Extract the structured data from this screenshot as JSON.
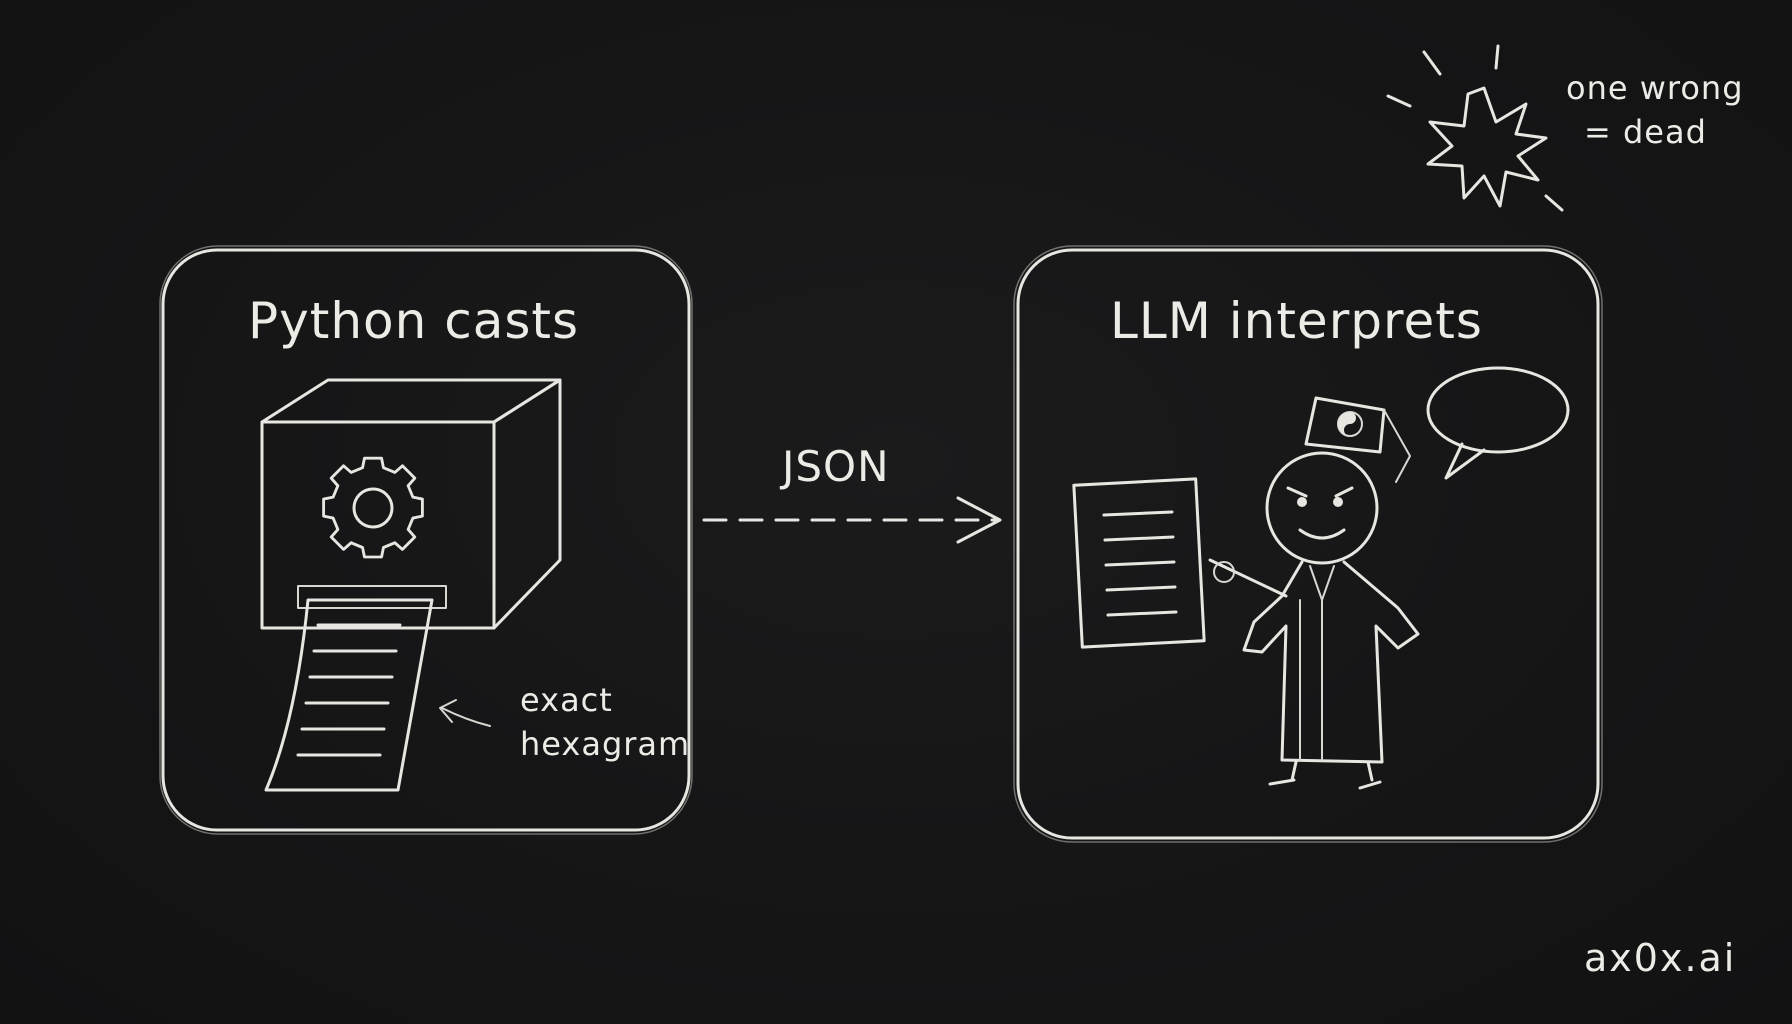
{
  "left_panel": {
    "title": "Python casts",
    "note_line1": "exact",
    "note_line2": "hexagram"
  },
  "arrow": {
    "label": "JSON"
  },
  "right_panel": {
    "title": "LLM interprets"
  },
  "warning": {
    "line1": "one wrong",
    "line2": "= dead"
  },
  "watermark": "ax0x.ai",
  "icons": {
    "machine": "machine-box-icon",
    "gear": "gear-icon",
    "paper": "paper-printout-icon",
    "document": "document-icon",
    "priest": "stick-figure-priest-icon",
    "yin_yang": "yin-yang-icon",
    "speech": "speech-bubble-icon",
    "burst": "explosion-burst-icon"
  },
  "colors": {
    "background": "#151516",
    "chalk": "#e8e6e1"
  }
}
